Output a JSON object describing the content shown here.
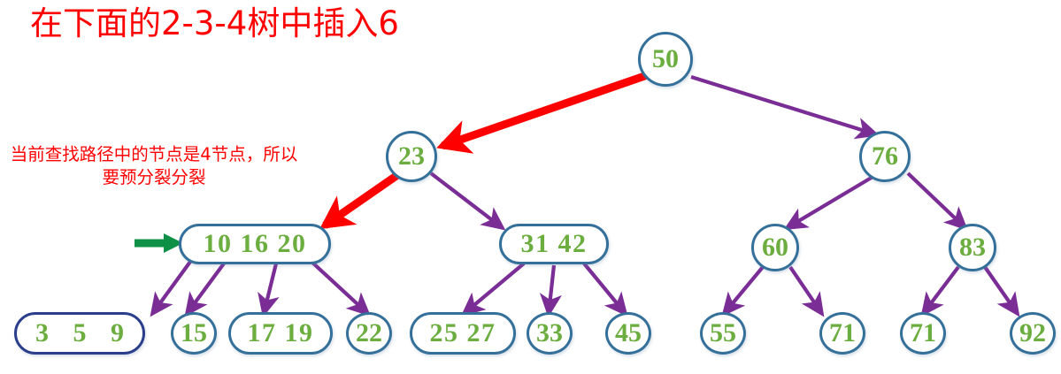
{
  "title": {
    "text": "在下面的2-3-4树中插入6",
    "color": "#FF0000"
  },
  "annotation": {
    "text": "当前查找路径中的节点是4节点，所以要预分裂分裂",
    "color": "#FF0000"
  },
  "colors": {
    "node_border": "#34709A",
    "node_border_alt": "#2B3E8C",
    "node_text": "#6BAD3E",
    "edge": "#7B2D96",
    "highlight_path": "#FF0000",
    "insert_pointer": "#0E9146",
    "background": "#FFFFFF"
  },
  "diagram": {
    "type": "2-3-4-tree",
    "levels": [
      {
        "level": 0,
        "nodes": [
          {
            "id": "n50",
            "label": "50",
            "keys": [
              "50"
            ],
            "shape": "circle"
          }
        ]
      },
      {
        "level": 1,
        "nodes": [
          {
            "id": "n23",
            "label": "23",
            "keys": [
              "23"
            ],
            "shape": "circle"
          },
          {
            "id": "n76",
            "label": "76",
            "keys": [
              "76"
            ],
            "shape": "circle"
          }
        ]
      },
      {
        "level": 2,
        "nodes": [
          {
            "id": "n101620",
            "label": "10 16 20",
            "keys": [
              "10",
              "16",
              "20"
            ],
            "shape": "pill"
          },
          {
            "id": "n3142",
            "label": "31 42",
            "keys": [
              "31",
              "42"
            ],
            "shape": "pill"
          },
          {
            "id": "n60",
            "label": "60",
            "keys": [
              "60"
            ],
            "shape": "circle"
          },
          {
            "id": "n83",
            "label": "83",
            "keys": [
              "83"
            ],
            "shape": "circle"
          }
        ]
      },
      {
        "level": 3,
        "nodes": [
          {
            "id": "n359",
            "label": "3  5  9",
            "keys": [
              "3",
              "5",
              "9"
            ],
            "shape": "pill"
          },
          {
            "id": "n15",
            "label": "15",
            "keys": [
              "15"
            ],
            "shape": "circle"
          },
          {
            "id": "n1719",
            "label": "17 19",
            "keys": [
              "17",
              "19"
            ],
            "shape": "pill"
          },
          {
            "id": "n22",
            "label": "22",
            "keys": [
              "22"
            ],
            "shape": "circle"
          },
          {
            "id": "n2527",
            "label": "25 27",
            "keys": [
              "25",
              "27"
            ],
            "shape": "pill"
          },
          {
            "id": "n33",
            "label": "33",
            "keys": [
              "33"
            ],
            "shape": "circle"
          },
          {
            "id": "n45",
            "label": "45",
            "keys": [
              "45"
            ],
            "shape": "circle"
          },
          {
            "id": "n55",
            "label": "55",
            "keys": [
              "55"
            ],
            "shape": "circle"
          },
          {
            "id": "n71a",
            "label": "71",
            "keys": [
              "71"
            ],
            "shape": "circle"
          },
          {
            "id": "n71b",
            "label": "71",
            "keys": [
              "71"
            ],
            "shape": "circle"
          },
          {
            "id": "n92",
            "label": "92",
            "keys": [
              "92"
            ],
            "shape": "circle"
          }
        ]
      }
    ],
    "highlighted_path": [
      "n50",
      "n23",
      "n101620"
    ],
    "insert_target": "n101620",
    "insert_value": "6"
  }
}
